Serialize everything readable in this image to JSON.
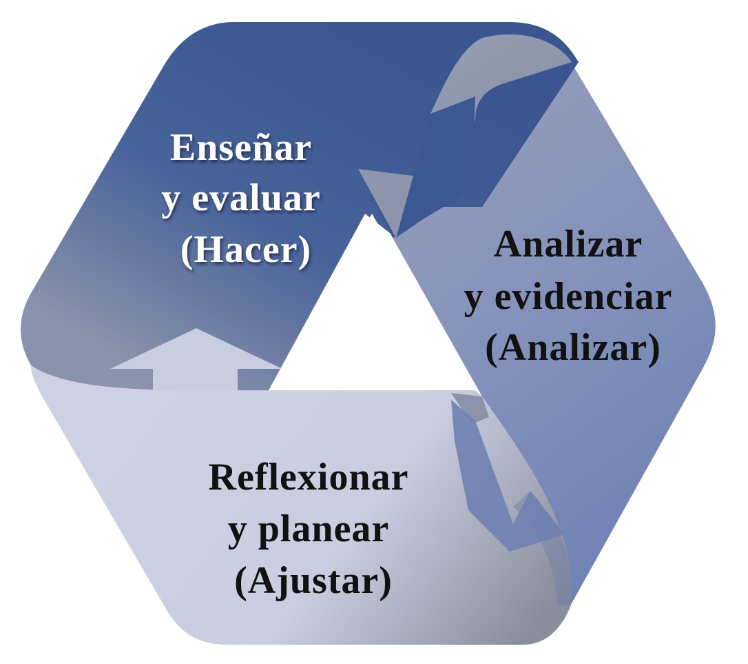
{
  "diagram": {
    "stages": [
      {
        "name": "teach-evaluate",
        "lines": [
          "Enseñar",
          "y evaluar",
          "(Hacer)"
        ],
        "color": "#3a5590"
      },
      {
        "name": "analyze-evidence",
        "lines": [
          "Analizar",
          "y evidenciar",
          "(Analizar)"
        ],
        "color": "#8792b8"
      },
      {
        "name": "reflect-plan",
        "lines": [
          "Reflexionar",
          "y planear",
          "(Ajustar)"
        ],
        "color": "#cdd1e3"
      }
    ],
    "colors": {
      "dark_blue": "#3a5590",
      "mid_blue": "#7d8ab5",
      "light_blue": "#cdd1e3",
      "shade_gray": "#8e94a8",
      "center": "#ffffff"
    }
  }
}
